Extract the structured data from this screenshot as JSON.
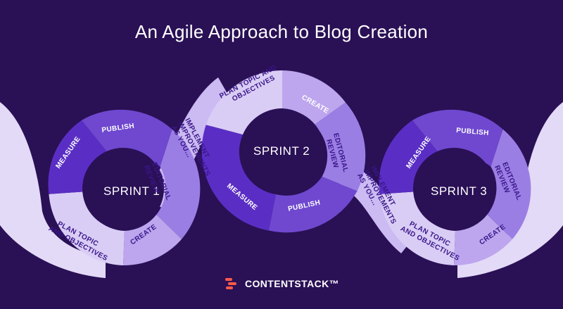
{
  "title": "An Agile Approach to Blog Creation",
  "colors": {
    "background": "#2a1055",
    "ribbon": "#e3daf7",
    "seg_plan": "#d9cdf5",
    "seg_create": "#bda6ee",
    "seg_review": "#9b7ee4",
    "seg_publish": "#6f48cf",
    "seg_measure": "#5a2ec4",
    "label_dark": "#3a168a",
    "logo_accent": "#ff5a4a"
  },
  "sprints": [
    {
      "label": "SPRINT 1",
      "segments": {
        "plan": [
          "PLAN TOPIC",
          "AND OBJECTIVES"
        ],
        "create": "CREATE",
        "review": [
          "EDITORIAL",
          "REVIEW"
        ],
        "publish": "PUBLISH",
        "measure": "MEASURE"
      }
    },
    {
      "label": "SPRINT 2",
      "segments": {
        "plan": [
          "PLAN TOPIC AND",
          "OBJECTIVES"
        ],
        "create": "CREATE",
        "review": [
          "EDITORIAL",
          "REVIEW"
        ],
        "publish": "PUBLISH",
        "measure": "MEASURE"
      }
    },
    {
      "label": "SPRINT 3",
      "segments": {
        "plan": [
          "PLAN TOPIC",
          "AND OBJECTIVES"
        ],
        "create": "CREATE",
        "review": [
          "EDITORIAL",
          "REVIEW"
        ],
        "publish": "PUBLISH",
        "measure": "MEASURE"
      }
    }
  ],
  "transitions": [
    [
      "IMPLEMENT",
      "IMPROVEMENTS",
      "AS YOU..."
    ],
    [
      "IMPLEMENT",
      "IMPROVEMENTS",
      "AS YOU..."
    ]
  ],
  "logo": {
    "name": "CONTENTSTACK™",
    "icon": "contentstack-logo-icon"
  }
}
